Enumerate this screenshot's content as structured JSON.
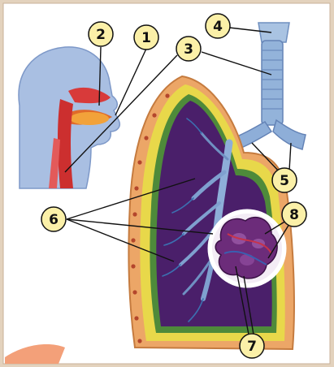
{
  "diagram": {
    "callouts": [
      {
        "id": "c1",
        "label": "1"
      },
      {
        "id": "c2",
        "label": "2"
      },
      {
        "id": "c3",
        "label": "3"
      },
      {
        "id": "c4",
        "label": "4"
      },
      {
        "id": "c5",
        "label": "5"
      },
      {
        "id": "c6",
        "label": "6"
      },
      {
        "id": "c7",
        "label": "7"
      },
      {
        "id": "c8",
        "label": "8"
      }
    ]
  },
  "colors": {
    "page_border": "#d8c3a8",
    "background": "#ffffff",
    "callout_fill": "#fbf0a8",
    "lung_tissue": "#4b2068",
    "pleura_yellow": "#e8d84a",
    "pleura_green": "#5c8a3a",
    "chest_wall": "#e9a063",
    "airway": "#8fb0d4",
    "head": "#9fb7dc",
    "mucosa": "#d23b3b",
    "alveoli": "#6f2c78",
    "corner_tab": "#f2a37a"
  }
}
